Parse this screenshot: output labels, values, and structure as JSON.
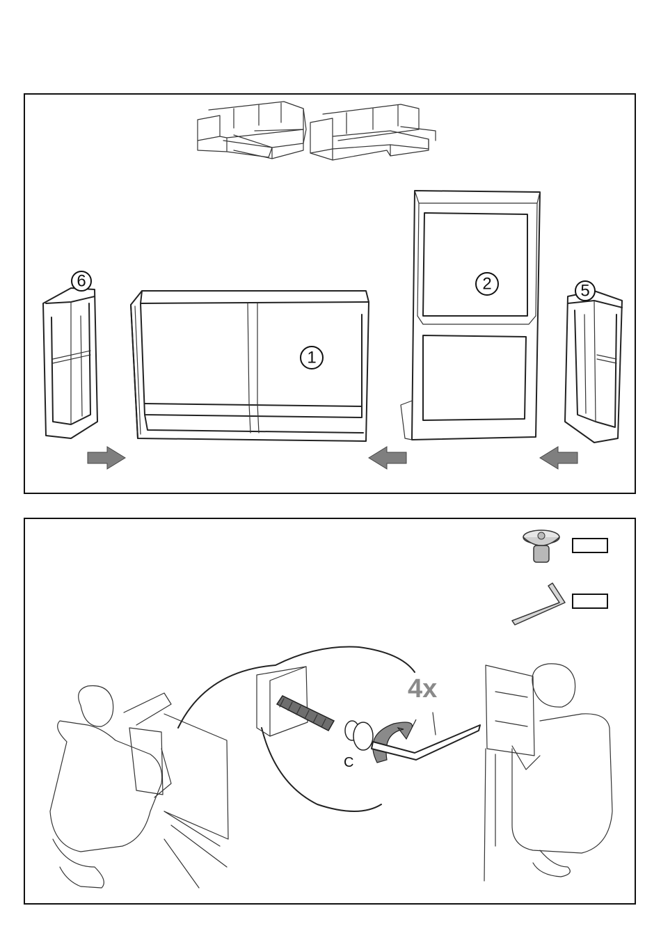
{
  "top_panel": {
    "part_numbers": {
      "part_1": "1",
      "part_2": "2",
      "part_5": "5",
      "part_6": "6"
    }
  },
  "bottom_panel": {
    "connector_label": "C",
    "quantity_label": "4x",
    "hardware": {
      "bolt_icon": "bolt-icon",
      "allen_key_icon": "allen-key-icon",
      "bolt_count": "",
      "allen_key_count": ""
    }
  },
  "colors": {
    "line": "#222222",
    "arrow_fill": "#7f7f7f",
    "quantity_text": "#8a8a8a"
  }
}
